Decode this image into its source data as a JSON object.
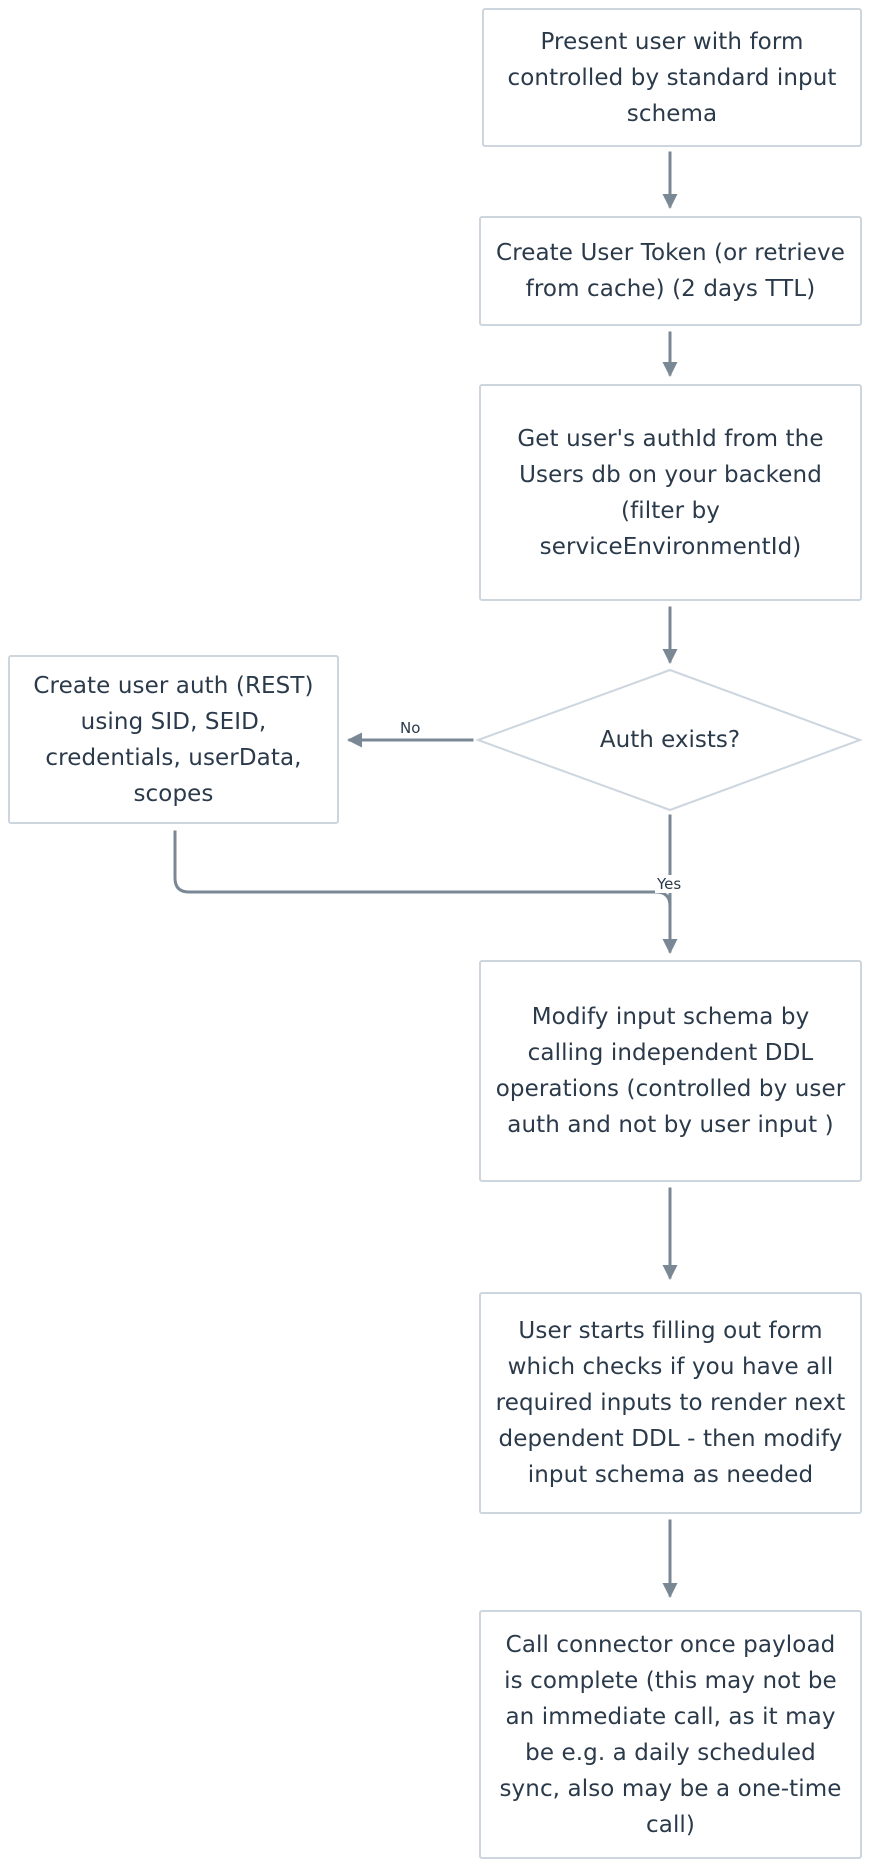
{
  "nodes": {
    "present_form": "Present user with form controlled by standard input schema",
    "create_token": "Create User Token (or retrieve from cache) (2 days TTL)",
    "get_authid": "Get user's authId from the Users db  on your backend (filter by serviceEnvironmentId)",
    "auth_exists": "Auth exists?",
    "create_auth": "Create user auth (REST) using SID, SEID, credentials, userData, scopes",
    "modify_schema": "Modify input schema by calling independent DDL operations (controlled by user auth and not by user input )",
    "fill_form": "User starts filling out form which checks if you have all required inputs to render next dependent DDL - then modify input schema as needed",
    "call_connector": "Call connector once payload is complete (this may not be an immediate call, as it may be e.g. a daily scheduled sync, also may be a one-time call)"
  },
  "edge_labels": {
    "no": "No",
    "yes": "Yes"
  },
  "colors": {
    "border": "#cdd6df",
    "connector": "#7a8794",
    "text": "#2b3a4a"
  }
}
